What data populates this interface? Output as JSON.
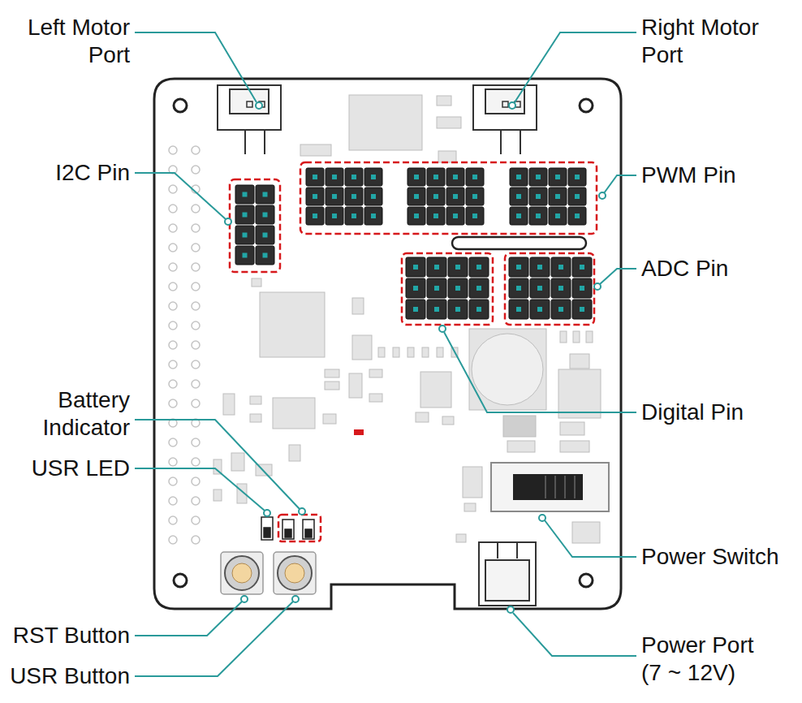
{
  "diagram": {
    "labels": [
      "Left Motor Port",
      "Right Motor Port",
      "I2C Pin",
      "PWM Pin",
      "ADC Pin",
      "Digital Pin",
      "Battery Indicator",
      "USR LED",
      "Power Switch",
      "RST Button",
      "USR Button",
      "Power Port (7 ~ 12V)"
    ]
  }
}
